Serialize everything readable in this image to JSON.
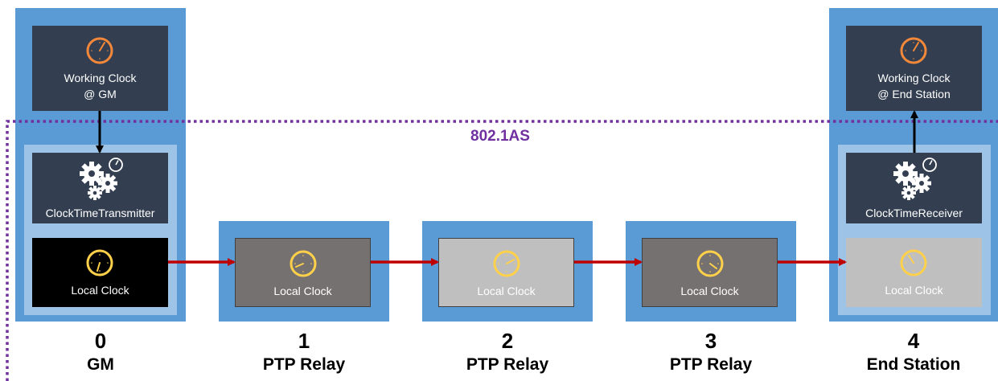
{
  "standard_label": "802.1AS",
  "colors": {
    "node_background": "#5b9bd5",
    "inner_panel": "#9dc3e6",
    "dark_box": "#333f50",
    "boundary_dotted": "#7030a0",
    "link_arrow": "#c00000",
    "clock_orange": "#f4883a",
    "clock_yellow": "#ffd04a"
  },
  "nodes": [
    {
      "number": "0",
      "name": "GM",
      "working_clock": {
        "line1": "Working Clock",
        "line2": "@ GM"
      },
      "component": "ClockTimeTransmitter",
      "local_clock": {
        "label": "Local Clock",
        "fill": "#000000"
      }
    },
    {
      "number": "1",
      "name": "PTP Relay",
      "local_clock": {
        "label": "Local Clock",
        "fill": "#767171"
      }
    },
    {
      "number": "2",
      "name": "PTP Relay",
      "local_clock": {
        "label": "Local Clock",
        "fill": "#bfbfbf"
      }
    },
    {
      "number": "3",
      "name": "PTP Relay",
      "local_clock": {
        "label": "Local Clock",
        "fill": "#767171"
      }
    },
    {
      "number": "4",
      "name": "End Station",
      "working_clock": {
        "line1": "Working Clock",
        "line2": "@ End Station"
      },
      "component": "ClockTimeReceiver",
      "local_clock": {
        "label": "Local Clock",
        "fill": "#bfbfbf"
      }
    }
  ],
  "edges": [
    {
      "from": "0",
      "to": "1",
      "type": "link"
    },
    {
      "from": "1",
      "to": "2",
      "type": "link"
    },
    {
      "from": "2",
      "to": "3",
      "type": "link"
    },
    {
      "from": "3",
      "to": "4",
      "type": "link"
    },
    {
      "from": "Working Clock @ GM",
      "to": "ClockTimeTransmitter",
      "type": "control"
    },
    {
      "from": "ClockTimeReceiver",
      "to": "Working Clock @ End Station",
      "type": "control"
    }
  ]
}
